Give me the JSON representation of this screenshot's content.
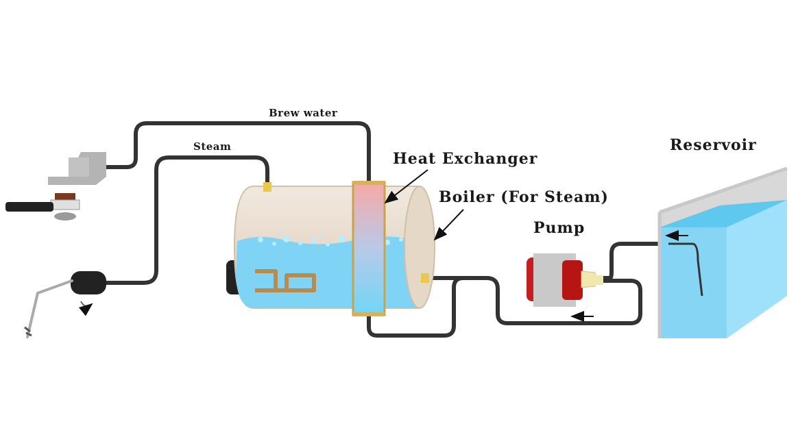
{
  "labels": {
    "brew_water": "Brew water",
    "steam": "Steam",
    "heat_exchanger": "Heat Exchanger",
    "boiler": "Boiler (For Steam)",
    "pump": "Pump",
    "reservoir": "Reservoir"
  },
  "colors": {
    "pipe": "#333333",
    "water": "#7fd3f5",
    "boiler_body": "#e6d8c7",
    "heat_exchanger_hot": "#f7a9a6",
    "heat_exchanger_cool": "#6fd6f7",
    "heating_element": "#b98b4e",
    "pump_body": "#c41e1e",
    "group_head": "#b4b4b4"
  }
}
